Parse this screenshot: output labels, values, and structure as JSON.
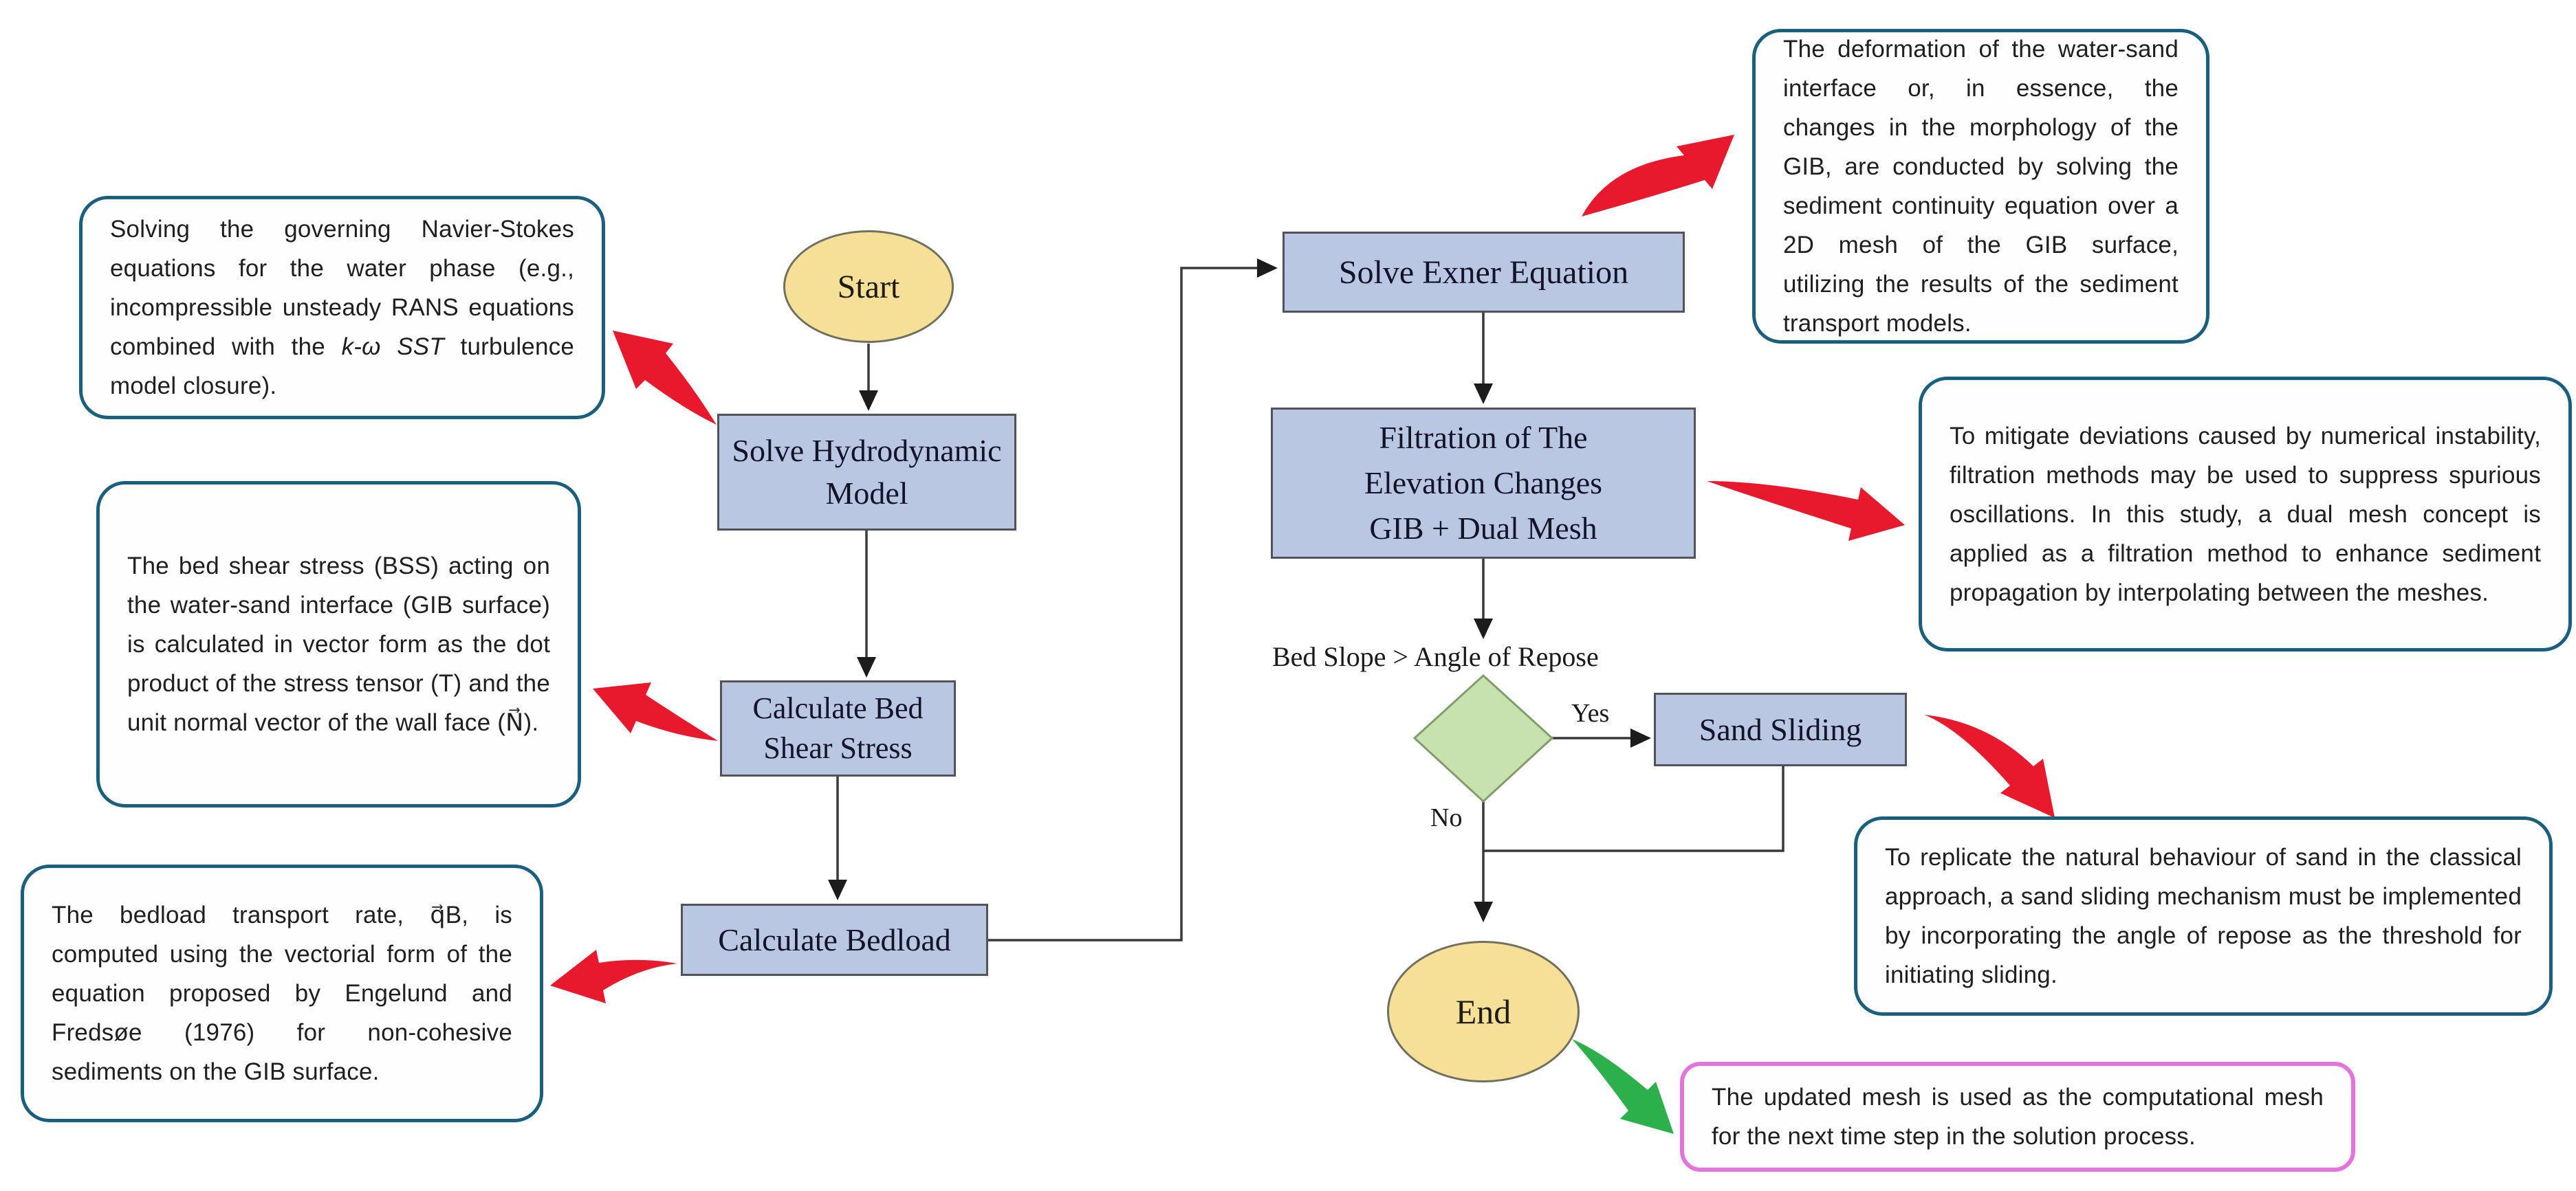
{
  "callouts": {
    "navier_stokes": {
      "text_before": "Solving the governing Navier-Stokes equations for the water phase (e.g., incompressible unsteady RANS equations combined with the ",
      "italic": "k-ω SST",
      "text_after": " turbulence model closure)."
    },
    "bed_shear": {
      "text": "The bed shear stress (BSS) acting on the water-sand interface (GIB surface) is calculated in vector form as the dot product of the stress tensor (T) and the unit normal vector of the wall face (N⃗)."
    },
    "bedload": {
      "text": "The bedload transport rate, q⃗B, is computed using the vectorial form of the equation proposed by Engelund and Fredsøe (1976) for non-cohesive sediments on the GIB surface."
    },
    "exner": {
      "text": "The deformation of the water-sand interface or, in essence, the changes in the morphology of the GIB, are conducted by solving the sediment continuity equation over a 2D mesh of the GIB surface, utilizing the results of the sediment transport models."
    },
    "filtration": {
      "text": "To mitigate deviations caused by numerical instability, filtration methods may be used to suppress spurious oscillations. In this study, a dual mesh concept is applied as a filtration method to enhance sediment propagation by interpolating between the meshes."
    },
    "sand_sliding": {
      "text": "To replicate the natural behaviour of sand in the classical approach, a sand sliding mechanism must be implemented by incorporating the angle of repose as the threshold for initiating sliding."
    },
    "updated_mesh": {
      "text": "The updated mesh is used as the computational mesh for the next time step in the solution process."
    }
  },
  "flowchart": {
    "start": "Start",
    "solve_hydro": "Solve Hydrodynamic\nModel",
    "calc_bss": "Calculate Bed\nShear Stress",
    "calc_bedload": "Calculate Bedload",
    "solve_exner": "Solve Exner Equation",
    "filtration": "Filtration of The\nElevation Changes\nGIB + Dual Mesh",
    "decision_label": "Bed Slope > Angle of Repose",
    "yes": "Yes",
    "no": "No",
    "sand_sliding": "Sand Sliding",
    "end": "End"
  },
  "colors": {
    "callout_border": "#1a5f7e",
    "pink_border": "#e473dd",
    "box_fill": "#b9c7e2",
    "oval_fill": "#f6df97",
    "diamond_fill": "#c8e2af",
    "red_arrow": "#e8192d",
    "green_arrow": "#2cb04c"
  }
}
